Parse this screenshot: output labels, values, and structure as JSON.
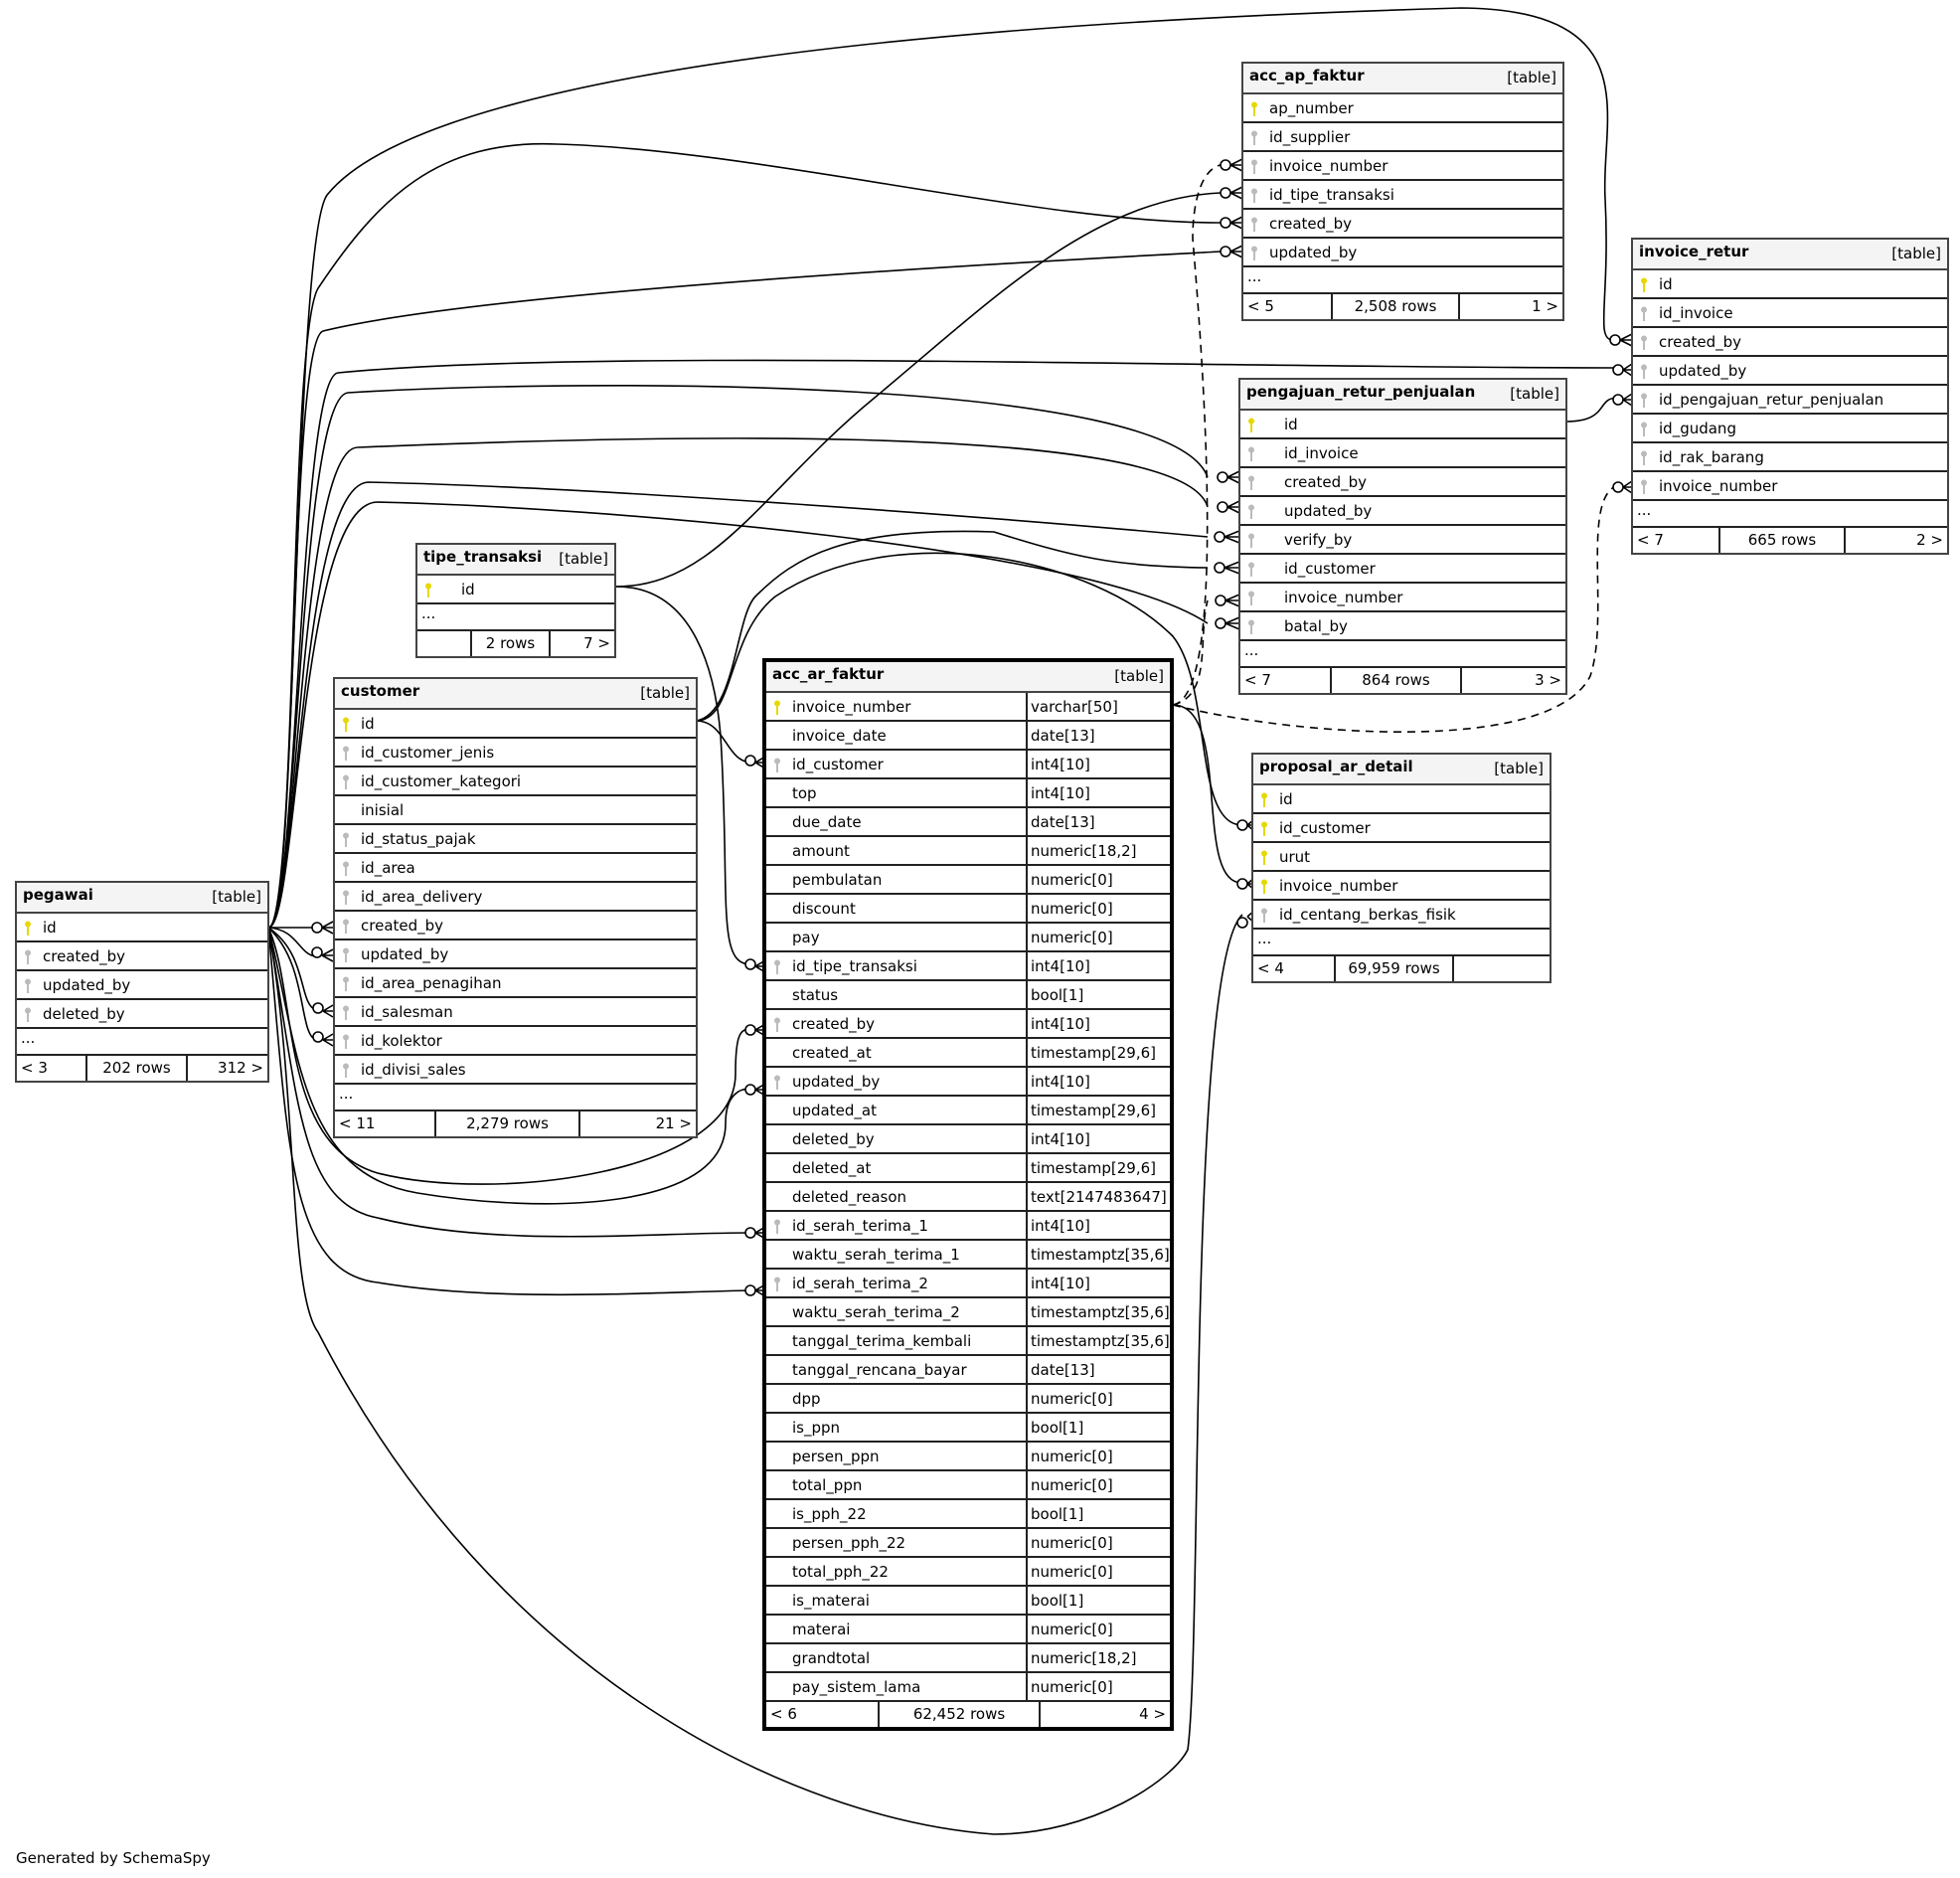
{
  "colors": {
    "primary_key": "#e6d800",
    "foreign_key": "#bbbbbb",
    "header_bg": "#f4f4f4",
    "line": "#000000"
  },
  "footer": "Generated by SchemaSpy",
  "tables": {
    "acc_ap_faktur": {
      "name": "acc_ap_faktur",
      "kind": "[table]",
      "columns": [
        {
          "name": "ap_number",
          "key": "pk"
        },
        {
          "name": "id_supplier",
          "key": "fk"
        },
        {
          "name": "invoice_number",
          "key": "fk"
        },
        {
          "name": "id_tipe_transaksi",
          "key": "fk"
        },
        {
          "name": "created_by",
          "key": "fk"
        },
        {
          "name": "updated_by",
          "key": "fk"
        }
      ],
      "more": "...",
      "parents": "< 5",
      "rows": "2,508 rows",
      "children": "1 >"
    },
    "invoice_retur": {
      "name": "invoice_retur",
      "kind": "[table]",
      "columns": [
        {
          "name": "id",
          "key": "pk"
        },
        {
          "name": "id_invoice",
          "key": "fk"
        },
        {
          "name": "created_by",
          "key": "fk"
        },
        {
          "name": "updated_by",
          "key": "fk"
        },
        {
          "name": "id_pengajuan_retur_penjualan",
          "key": "fk"
        },
        {
          "name": "id_gudang",
          "key": "fk"
        },
        {
          "name": "id_rak_barang",
          "key": "fk"
        },
        {
          "name": "invoice_number",
          "key": "fk"
        }
      ],
      "more": "...",
      "parents": "< 7",
      "rows": "665 rows",
      "children": "2 >"
    },
    "pengajuan_retur_penjualan": {
      "name": "pengajuan_retur_penjualan",
      "kind": "[table]",
      "columns": [
        {
          "name": "id",
          "key": "pk"
        },
        {
          "name": "id_invoice",
          "key": "fk"
        },
        {
          "name": "created_by",
          "key": "fk"
        },
        {
          "name": "updated_by",
          "key": "fk"
        },
        {
          "name": "verify_by",
          "key": "fk"
        },
        {
          "name": "id_customer",
          "key": "fk"
        },
        {
          "name": "invoice_number",
          "key": "fk"
        },
        {
          "name": "batal_by",
          "key": "fk"
        }
      ],
      "more": "...",
      "parents": "< 7",
      "rows": "864 rows",
      "children": "3 >"
    },
    "tipe_transaksi": {
      "name": "tipe_transaksi",
      "kind": "[table]",
      "columns": [
        {
          "name": "id",
          "key": "pk"
        }
      ],
      "more": "...",
      "parents": "",
      "rows": "2 rows",
      "children": "7 >"
    },
    "customer": {
      "name": "customer",
      "kind": "[table]",
      "columns": [
        {
          "name": "id",
          "key": "pk"
        },
        {
          "name": "id_customer_jenis",
          "key": "fk"
        },
        {
          "name": "id_customer_kategori",
          "key": "fk"
        },
        {
          "name": "inisial",
          "key": ""
        },
        {
          "name": "id_status_pajak",
          "key": "fk"
        },
        {
          "name": "id_area",
          "key": "fk"
        },
        {
          "name": "id_area_delivery",
          "key": "fk"
        },
        {
          "name": "created_by",
          "key": "fk"
        },
        {
          "name": "updated_by",
          "key": "fk"
        },
        {
          "name": "id_area_penagihan",
          "key": "fk"
        },
        {
          "name": "id_salesman",
          "key": "fk"
        },
        {
          "name": "id_kolektor",
          "key": "fk"
        },
        {
          "name": "id_divisi_sales",
          "key": "fk"
        }
      ],
      "more": "...",
      "parents": "< 11",
      "rows": "2,279 rows",
      "children": "21 >"
    },
    "pegawai": {
      "name": "pegawai",
      "kind": "[table]",
      "columns": [
        {
          "name": "id",
          "key": "pk"
        },
        {
          "name": "created_by",
          "key": "fk"
        },
        {
          "name": "updated_by",
          "key": "fk"
        },
        {
          "name": "deleted_by",
          "key": "fk"
        }
      ],
      "more": "...",
      "parents": "< 3",
      "rows": "202 rows",
      "children": "312 >"
    },
    "acc_ar_faktur": {
      "name": "acc_ar_faktur",
      "kind": "[table]",
      "columns": [
        {
          "name": "invoice_number",
          "type": "varchar[50]",
          "key": "pk"
        },
        {
          "name": "invoice_date",
          "type": "date[13]",
          "key": ""
        },
        {
          "name": "id_customer",
          "type": "int4[10]",
          "key": "fk"
        },
        {
          "name": "top",
          "type": "int4[10]",
          "key": ""
        },
        {
          "name": "due_date",
          "type": "date[13]",
          "key": ""
        },
        {
          "name": "amount",
          "type": "numeric[18,2]",
          "key": ""
        },
        {
          "name": "pembulatan",
          "type": "numeric[0]",
          "key": ""
        },
        {
          "name": "discount",
          "type": "numeric[0]",
          "key": ""
        },
        {
          "name": "pay",
          "type": "numeric[0]",
          "key": ""
        },
        {
          "name": "id_tipe_transaksi",
          "type": "int4[10]",
          "key": "fk"
        },
        {
          "name": "status",
          "type": "bool[1]",
          "key": ""
        },
        {
          "name": "created_by",
          "type": "int4[10]",
          "key": "fk"
        },
        {
          "name": "created_at",
          "type": "timestamp[29,6]",
          "key": ""
        },
        {
          "name": "updated_by",
          "type": "int4[10]",
          "key": "fk"
        },
        {
          "name": "updated_at",
          "type": "timestamp[29,6]",
          "key": ""
        },
        {
          "name": "deleted_by",
          "type": "int4[10]",
          "key": ""
        },
        {
          "name": "deleted_at",
          "type": "timestamp[29,6]",
          "key": ""
        },
        {
          "name": "deleted_reason",
          "type": "text[2147483647]",
          "key": ""
        },
        {
          "name": "id_serah_terima_1",
          "type": "int4[10]",
          "key": "fk"
        },
        {
          "name": "waktu_serah_terima_1",
          "type": "timestamptz[35,6]",
          "key": ""
        },
        {
          "name": "id_serah_terima_2",
          "type": "int4[10]",
          "key": "fk"
        },
        {
          "name": "waktu_serah_terima_2",
          "type": "timestamptz[35,6]",
          "key": ""
        },
        {
          "name": "tanggal_terima_kembali",
          "type": "timestamptz[35,6]",
          "key": ""
        },
        {
          "name": "tanggal_rencana_bayar",
          "type": "date[13]",
          "key": ""
        },
        {
          "name": "dpp",
          "type": "numeric[0]",
          "key": ""
        },
        {
          "name": "is_ppn",
          "type": "bool[1]",
          "key": ""
        },
        {
          "name": "persen_ppn",
          "type": "numeric[0]",
          "key": ""
        },
        {
          "name": "total_ppn",
          "type": "numeric[0]",
          "key": ""
        },
        {
          "name": "is_pph_22",
          "type": "bool[1]",
          "key": ""
        },
        {
          "name": "persen_pph_22",
          "type": "numeric[0]",
          "key": ""
        },
        {
          "name": "total_pph_22",
          "type": "numeric[0]",
          "key": ""
        },
        {
          "name": "is_materai",
          "type": "bool[1]",
          "key": ""
        },
        {
          "name": "materai",
          "type": "numeric[0]",
          "key": ""
        },
        {
          "name": "grandtotal",
          "type": "numeric[18,2]",
          "key": ""
        },
        {
          "name": "pay_sistem_lama",
          "type": "numeric[0]",
          "key": ""
        }
      ],
      "parents": "< 6",
      "rows": "62,452 rows",
      "children": "4 >"
    },
    "proposal_ar_detail": {
      "name": "proposal_ar_detail",
      "kind": "[table]",
      "columns": [
        {
          "name": "id",
          "key": "pk"
        },
        {
          "name": "id_customer",
          "key": "pk"
        },
        {
          "name": "urut",
          "key": "pk"
        },
        {
          "name": "invoice_number",
          "key": "pk"
        },
        {
          "name": "id_centang_berkas_fisik",
          "key": "fk"
        }
      ],
      "more": "...",
      "parents": "< 4",
      "rows": "69,959 rows",
      "children": ""
    }
  }
}
